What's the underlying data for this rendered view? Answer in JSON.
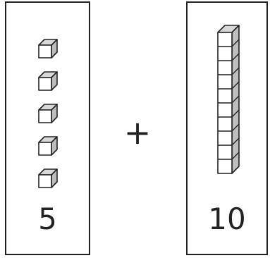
{
  "cards": [
    {
      "number": "5",
      "block": "unit-cube",
      "count": 5
    },
    {
      "number": "10",
      "block": "ten-rod",
      "count": 10
    }
  ],
  "operator": "+",
  "colors": {
    "line": "#222222",
    "cube_front": "#ffffff",
    "cube_top": "#d9d9d9",
    "cube_side": "#bdbdbd"
  }
}
